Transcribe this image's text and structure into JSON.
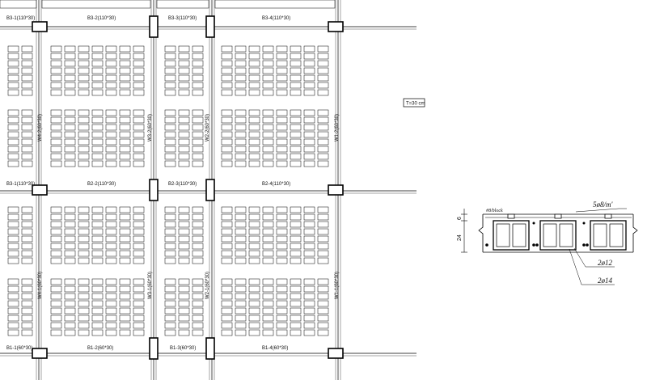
{
  "plan": {
    "top_beams": [
      "B3-1(110*30)",
      "B3-2(110*30)",
      "B3-3(110*30)",
      "B3-4(110*30)"
    ],
    "mid_beams": [
      "B3-1(110*30)",
      "B2-2(110*30)",
      "B2-3(110*30)",
      "B2-4(110*30)"
    ],
    "bottom_beams": [
      "B1-1(60*30)",
      "B1-2(60*30)",
      "B1-3(60*30)",
      "B1-4(60*30)"
    ],
    "upper_wall_labels": [
      "W4-2(60*30)",
      "W3-2(60*30)",
      "W2-2(60*30)",
      "W1-2(60*30)"
    ],
    "lower_wall_labels": [
      "W4-1(60*30)",
      "W3-1(60*30)",
      "W2-1(60*30)",
      "W1-1(60*30)"
    ],
    "thickness_note": "T=30 cm"
  },
  "section": {
    "block_label": "#8/block",
    "top_rebar": "5ø8/m'",
    "rebar_mid": "2ø12",
    "rebar_bottom": "2ø14",
    "dim_top": "6",
    "dim_body": "24"
  }
}
